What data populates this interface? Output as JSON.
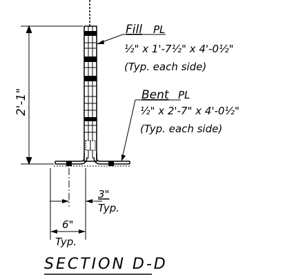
{
  "drawing": {
    "dimension_height": "2'-1\"",
    "fill_plate": {
      "title": "Fill",
      "symbol": "PL",
      "size": "½\" x 1'-7½\" x 4'-0½\"",
      "note": "(Typ. each side)"
    },
    "bent_plate": {
      "title": "Bent",
      "symbol": "PL",
      "size": "½\" x 2'-7\" x 4'-0½\"",
      "note": "(Typ. each side)"
    },
    "dim_3in": {
      "value": "3\"",
      "note": "Typ."
    },
    "dim_6in": {
      "value": "6\"",
      "note": "Typ."
    },
    "section_title": "SECTION D-D"
  }
}
